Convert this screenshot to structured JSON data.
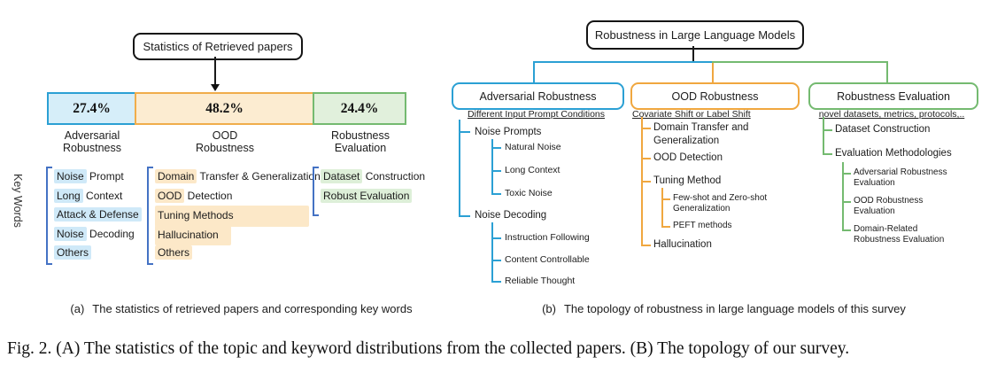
{
  "chart_data": {
    "type": "bar",
    "layout": "horizontal-stacked",
    "title": "Statistics of Retrieved papers",
    "categories": [
      "Adversarial Robustness",
      "OOD Robustness",
      "Robustness Evaluation"
    ],
    "values": [
      27.4,
      48.2,
      24.4
    ],
    "unit": "%"
  },
  "colors": {
    "blue_border": "#2ba0d4",
    "blue_fill": "#d6eef9",
    "orange_border": "#f0ad4b",
    "orange_fill": "#fcecd1",
    "green_border": "#74ba70",
    "green_fill": "#e1f0dc",
    "bracket_blue": "#4472c4"
  },
  "panel_a": {
    "title_box": "Statistics of Retrieved papers",
    "key_words_label": "Key Words",
    "bar": [
      {
        "pct": "27.4%",
        "label": "Adversarial\nRobustness"
      },
      {
        "pct": "48.2%",
        "label": "OOD\nRobustness"
      },
      {
        "pct": "24.4%",
        "label": "Robustness\nEvaluation"
      }
    ],
    "keywords": {
      "col1": [
        {
          "hl": "Noise",
          "rest": " Prompt"
        },
        {
          "hl": "Long",
          "rest": " Context"
        },
        {
          "hl": "Attack & Defense",
          "rest": ""
        },
        {
          "hl": "Noise",
          "rest": " Decoding"
        },
        {
          "hl": "Others",
          "rest": ""
        }
      ],
      "col2": [
        {
          "hl": "Domain",
          "rest": " Transfer & Generalization"
        },
        {
          "hl": "OOD",
          "rest": " Detection"
        },
        {
          "hl": "Tuning Methods",
          "rest": ""
        },
        {
          "hl": "Hallucination",
          "rest": ""
        },
        {
          "hl": "Others",
          "rest": ""
        }
      ],
      "col3": [
        {
          "hl": "Dataset",
          "rest": " Construction"
        },
        {
          "hl": "Robust Evaluation",
          "rest": ""
        }
      ]
    },
    "caption_tag": "(a)",
    "caption_text": "The statistics of retrieved papers and corresponding key words"
  },
  "panel_b": {
    "root": "Robustness in Large Language Models",
    "adversarial": {
      "box": "Adversarial Robustness",
      "subtitle": "Different Input Prompt Conditions",
      "nodes": [
        {
          "label": "Noise Prompts",
          "children": [
            "Natural Noise",
            "Long Context",
            "Toxic Noise"
          ]
        },
        {
          "label": "Noise Decoding",
          "children": [
            "Instruction Following",
            "Content Controllable",
            "Reliable Thought"
          ]
        }
      ]
    },
    "ood": {
      "box": "OOD Robustness",
      "subtitle": "Covariate Shift or Label Shift",
      "nodes": [
        {
          "label": "Domain Transfer and\nGeneralization"
        },
        {
          "label": "OOD Detection"
        },
        {
          "label": "Tuning Method",
          "children": [
            "Few-shot and Zero-shot\nGeneralization",
            "PEFT methods"
          ]
        },
        {
          "label": "Hallucination"
        }
      ]
    },
    "evaluation": {
      "box": "Robustness Evaluation",
      "subtitle": "novel datasets, metrics, protocols,..",
      "nodes": [
        {
          "label": "Dataset Construction"
        },
        {
          "label": "Evaluation Methodologies",
          "children": [
            "Adversarial Robustness\nEvaluation",
            "OOD Robustness\nEvaluation",
            "Domain-Related\nRobustness Evaluation"
          ]
        }
      ]
    },
    "caption_tag": "(b)",
    "caption_text": "The topology of robustness in large language models of this survey"
  },
  "main_caption": "Fig. 2. (A) The statistics of the topic and keyword distributions from the collected papers. (B) The topology of our survey."
}
